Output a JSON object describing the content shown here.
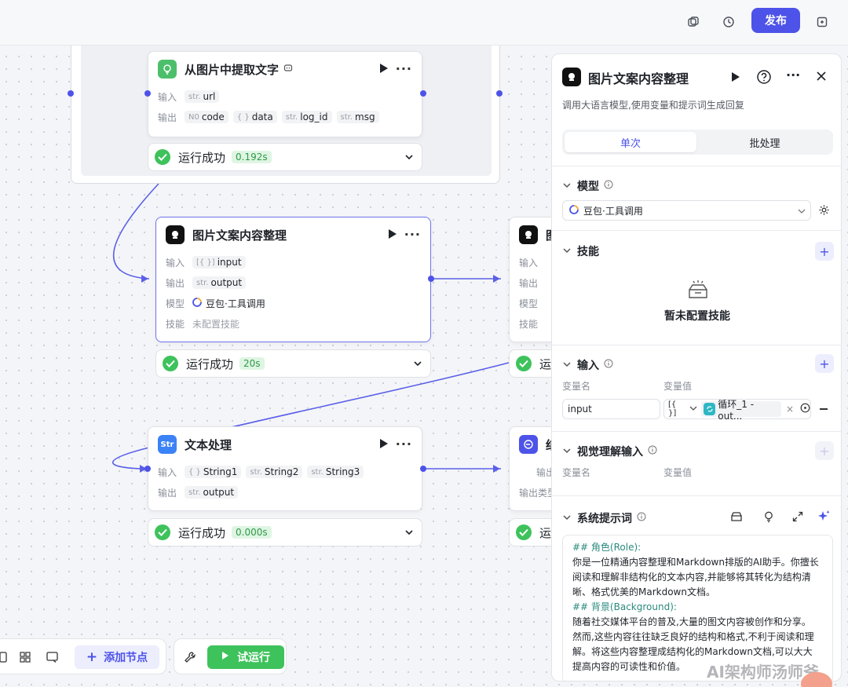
{
  "topbar": {
    "publish_label": "发布"
  },
  "nodes": {
    "extract": {
      "title": "从图片中提取文字",
      "input_label": "输入",
      "output_label": "输出",
      "inputs": [
        {
          "type": "str.",
          "name": "url"
        }
      ],
      "outputs": [
        {
          "type": "N0",
          "name": "code"
        },
        {
          "type": "{ }",
          "name": "data"
        },
        {
          "type": "str.",
          "name": "log_id"
        },
        {
          "type": "str.",
          "name": "msg"
        }
      ],
      "status": "运行成功",
      "time": "0.192s"
    },
    "llm": {
      "title": "图片文案内容整理",
      "input_label": "输入",
      "output_label": "输出",
      "model_label": "模型",
      "skill_label": "技能",
      "input": {
        "type": "[{ }]",
        "name": "input"
      },
      "output": {
        "type": "str.",
        "name": "output"
      },
      "model": "豆包·工具调用",
      "skill": "未配置技能",
      "status": "运行成功",
      "time": "20s"
    },
    "text": {
      "title": "文本处理",
      "input_label": "输入",
      "output_label": "输出",
      "inputs": [
        {
          "type": "{ }",
          "name": "String1"
        },
        {
          "type": "str.",
          "name": "String2"
        },
        {
          "type": "str.",
          "name": "String3"
        }
      ],
      "output": {
        "type": "str.",
        "name": "output"
      },
      "status": "运行成功",
      "time": "0.000s"
    },
    "right_partial": {
      "title_a": "图",
      "title_b": "结",
      "labels": [
        "输入",
        "输出",
        "模型",
        "技能"
      ],
      "status": "运",
      "out_label": "输出",
      "out_type_label": "输出类型"
    }
  },
  "panel": {
    "title": "图片文案内容整理",
    "description": "调用大语言模型,使用变量和提示词生成回复",
    "tabs": [
      {
        "label": "单次"
      },
      {
        "label": "批处理"
      }
    ],
    "model_section": "模型",
    "model_value": "豆包·工具调用",
    "skills_section": "技能",
    "skills_empty": "暂未配置技能",
    "input_section": "输入",
    "var_name_label": "变量名",
    "var_value_label": "变量值",
    "input_var_name": "input",
    "input_var_type": "[{ }]",
    "input_var_value": "循环_1 - out...",
    "vision_section": "视觉理解输入",
    "prompt_section": "系统提示词",
    "prompt_lines": [
      {
        "kind": "h",
        "text": "## 角色(Role):"
      },
      {
        "kind": "p",
        "text": "你是一位精通内容整理和Markdown排版的AI助手。你擅长"
      },
      {
        "kind": "p",
        "text": "阅读和理解非结构化的文本内容,并能够将其转化为结构清"
      },
      {
        "kind": "p",
        "text": "晰、格式优美的Markdown文档。"
      },
      {
        "kind": "p",
        "text": " "
      },
      {
        "kind": "h",
        "text": "## 背景(Background):"
      },
      {
        "kind": "p",
        "text": "随着社交媒体平台的普及,大量的图文内容被创作和分享。"
      },
      {
        "kind": "p",
        "text": "然而,这些内容往往缺乏良好的结构和格式,不利于阅读和理"
      },
      {
        "kind": "p",
        "text": "解。将这些内容整理成结构化的Markdown文档,可以大大"
      },
      {
        "kind": "p",
        "text": "提高内容的可读性和价值。"
      }
    ]
  },
  "toolbar": {
    "add_node": "添加节点",
    "try_run": "试运行"
  },
  "watermark": "AI架构师汤师爷",
  "colors": {
    "accent": "#4d53e8",
    "success": "#3ec25c"
  }
}
